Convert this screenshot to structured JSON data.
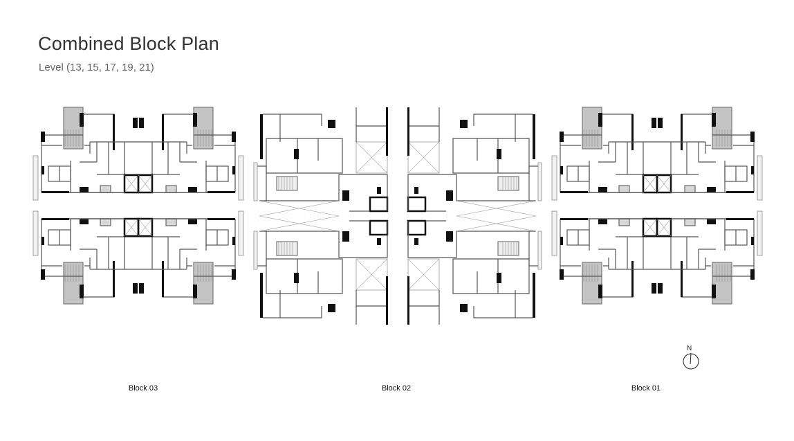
{
  "header": {
    "title": "Combined Block Plan",
    "subtitle": "Level (13, 15, 17, 19, 21)"
  },
  "blocks": [
    {
      "label": "Block 03"
    },
    {
      "label": "Block 02"
    },
    {
      "label": "Block 01"
    }
  ],
  "compass": {
    "label": "N"
  },
  "colors": {
    "wall": "#555555",
    "solid": "#111111",
    "balcony": "#bdbdbd"
  }
}
